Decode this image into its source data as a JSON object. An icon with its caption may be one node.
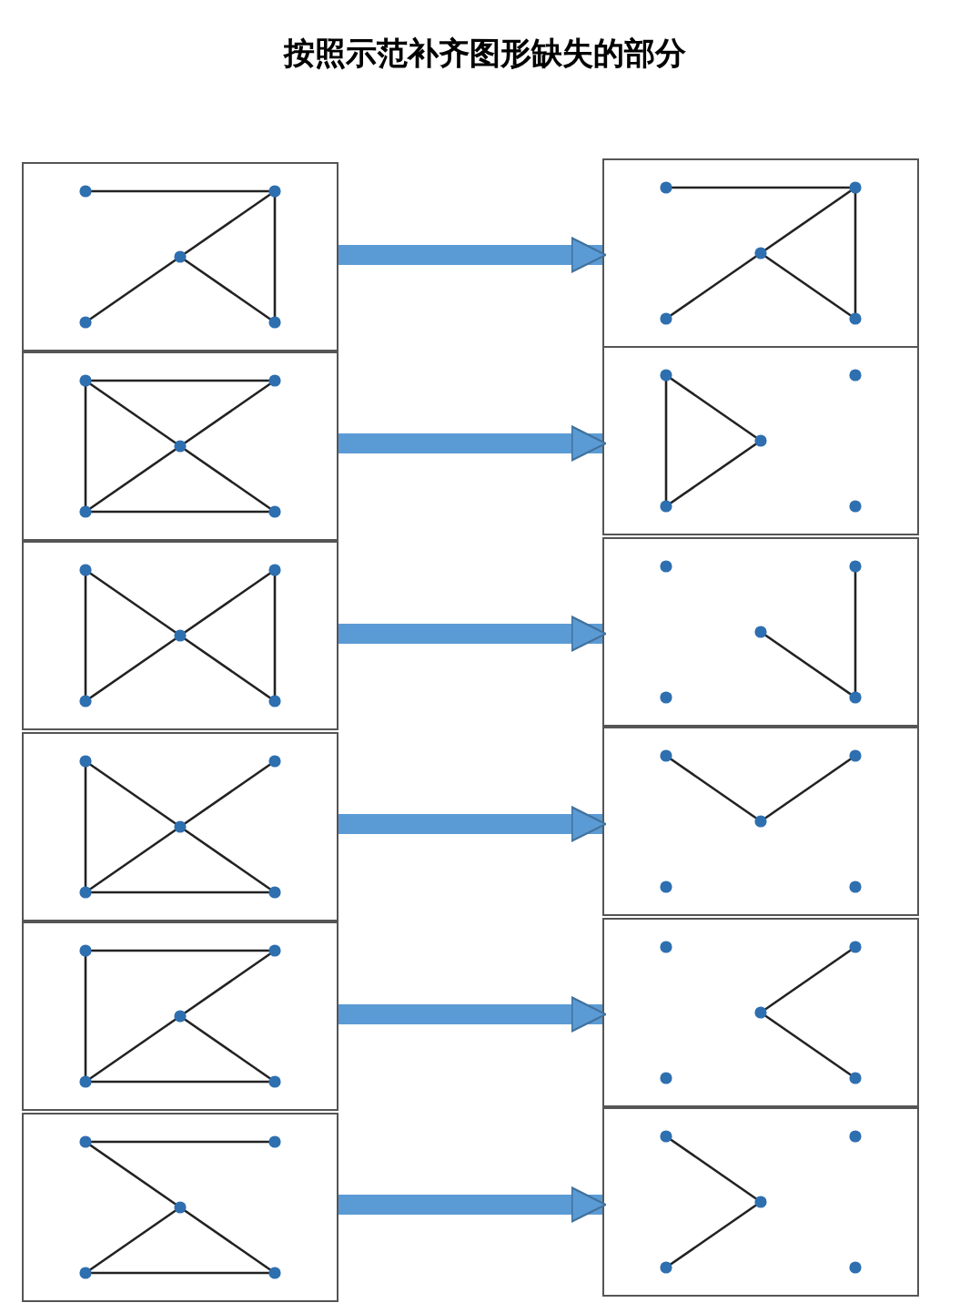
{
  "diagram": {
    "title": "按照示范补齐图形缺失的部分",
    "nodes": [
      {
        "text": [],
        "shape": "picture"
      },
      {
        "text": [],
        "shape": "picture"
      },
      {
        "text": [],
        "shape": "picture"
      },
      {
        "text": [],
        "shape": "picture"
      },
      {
        "text": [],
        "shape": "picture"
      },
      {
        "text": [],
        "shape": "picture"
      },
      {
        "text": [],
        "shape": "picture"
      },
      {
        "text": [],
        "shape": "picture"
      },
      {
        "text": [],
        "shape": "picture"
      },
      {
        "text": [],
        "shape": "picture"
      },
      {
        "text": [],
        "shape": "picture"
      },
      {
        "text": [],
        "shape": "picture"
      }
    ],
    "edges": [
      {
        "from": 0,
        "to": 1,
        "arrow": "to"
      },
      {
        "from": 2,
        "to": 3,
        "arrow": "to"
      },
      {
        "from": 4,
        "to": 5,
        "arrow": "to"
      },
      {
        "from": 6,
        "to": 7,
        "arrow": "to"
      },
      {
        "from": 8,
        "to": 9,
        "arrow": "to"
      },
      {
        "from": 10,
        "to": 11,
        "arrow": "to"
      }
    ]
  }
}
